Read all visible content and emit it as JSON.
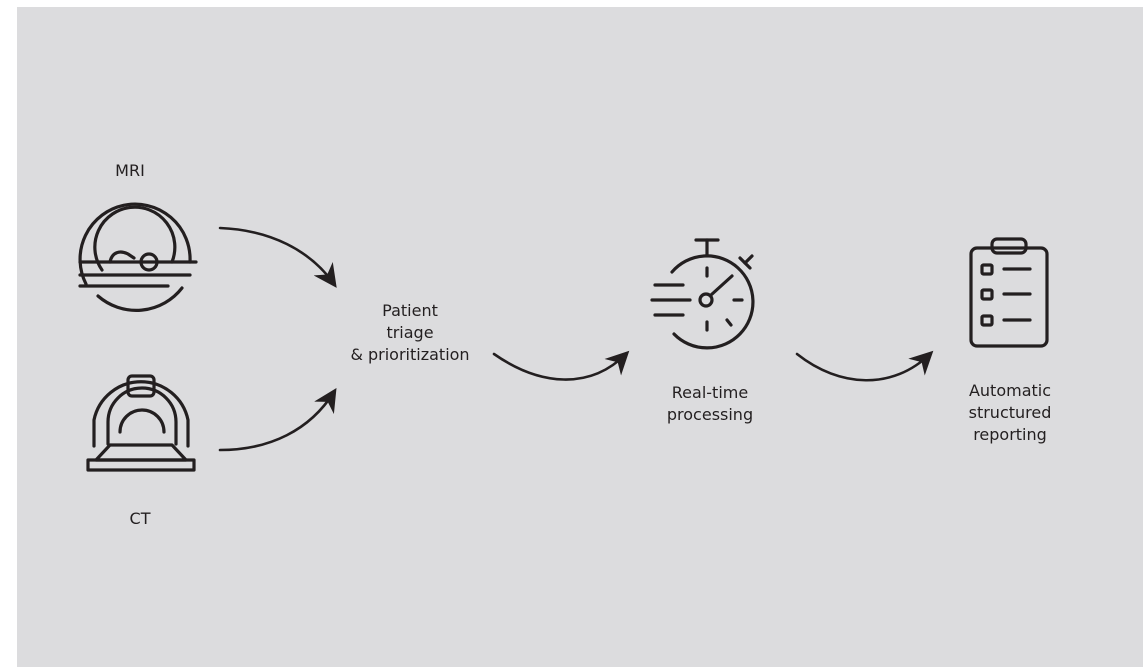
{
  "colors": {
    "background": "#dcdcde",
    "ink": "#231f20"
  },
  "nodes": {
    "mri": {
      "label": "MRI",
      "icon": "mri-scanner-icon"
    },
    "ct": {
      "label": "CT",
      "icon": "ct-scanner-icon"
    },
    "triage": {
      "label": "Patient\ntriage\n& prioritization"
    },
    "processing": {
      "label": "Real-time\nprocessing",
      "icon": "stopwatch-icon"
    },
    "reporting": {
      "label": "Automatic\nstructured\nreporting",
      "icon": "clipboard-checklist-icon"
    }
  }
}
